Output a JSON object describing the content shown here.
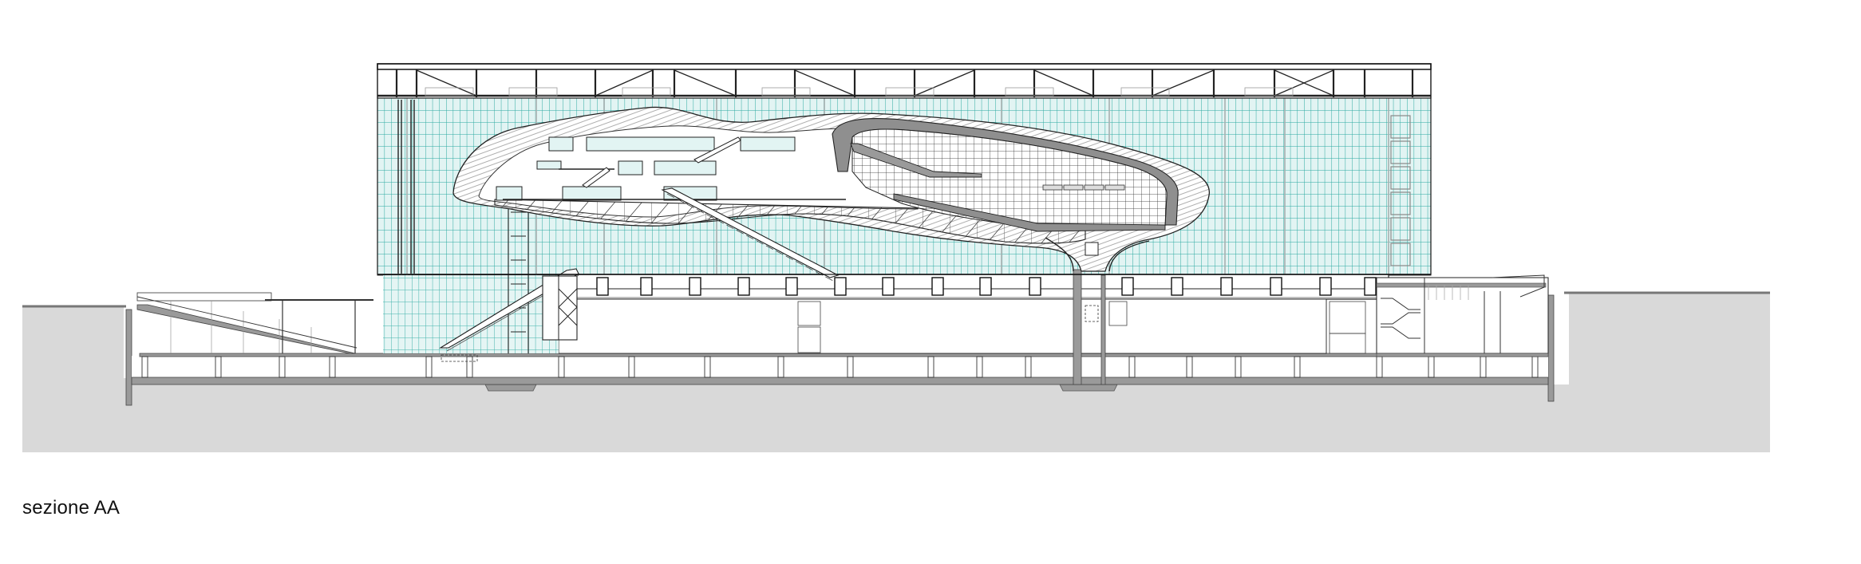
{
  "title": "sezione AA",
  "colors": {
    "ground": "#d9d9d9",
    "slab": "#9a9a9a",
    "glass_fill": "#e2f4f3",
    "mullion": "#2aa9a0",
    "line": "#1a1a1a",
    "light_line": "#8a8a8a",
    "cloud_shell": "#ffffff",
    "hall_wall": "#8f8f8f"
  },
  "drawing": {
    "type": "architectural-section",
    "elements": [
      "roof-truss",
      "glass-curtain-wall",
      "cloud-structure",
      "auditorium",
      "escalators",
      "stair-tower",
      "plaza-level",
      "basement-level",
      "entrance-ramp",
      "perimeter-retaining-walls",
      "ground-mass"
    ]
  }
}
